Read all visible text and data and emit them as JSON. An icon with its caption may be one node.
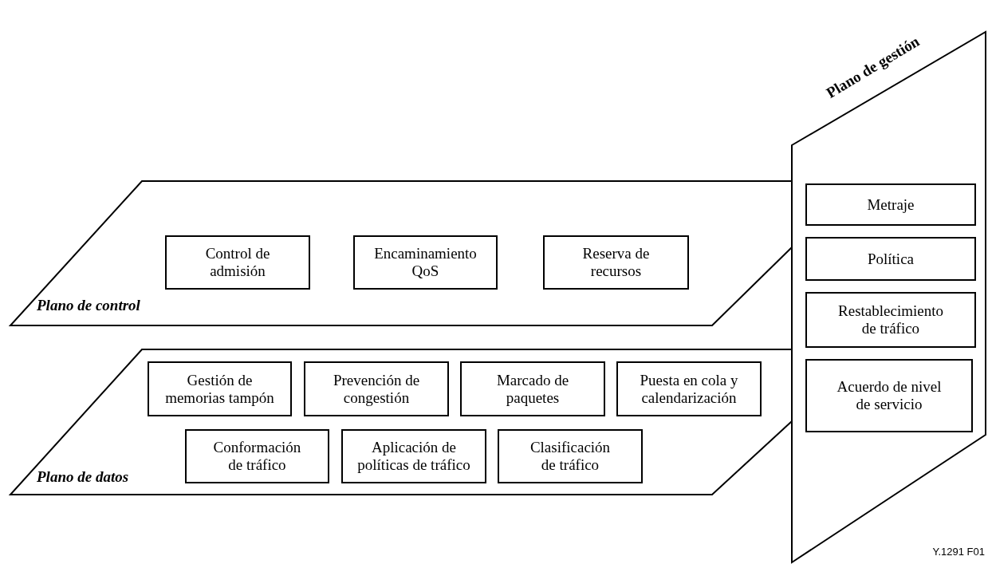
{
  "diagram": {
    "nodes": [
      {
        "text": [
          "Plano de control"
        ]
      },
      {
        "text": [
          "Control de admisión"
        ],
        "in": 0
      },
      {
        "text": [
          "Encaminamiento QoS"
        ],
        "in": 0
      },
      {
        "text": [
          "Reserva de recursos"
        ],
        "in": 0
      },
      {
        "text": [
          "Plano de datos"
        ]
      },
      {
        "text": [
          "Gestión de memorias tampón"
        ],
        "in": 4
      },
      {
        "text": [
          "Prevención de congestión"
        ],
        "in": 4
      },
      {
        "text": [
          "Marcado de paquetes"
        ],
        "in": 4
      },
      {
        "text": [
          "Puesta en cola y calendarización"
        ],
        "in": 4
      },
      {
        "text": [
          "Conformación de tráfico"
        ],
        "in": 4
      },
      {
        "text": [
          "Aplicación de políticas de tráfico"
        ],
        "in": 4
      },
      {
        "text": [
          "Clasificación de tráfico"
        ],
        "in": 4
      },
      {
        "text": [
          "Plano de gestión"
        ]
      },
      {
        "text": [
          "Metraje"
        ],
        "in": 12
      },
      {
        "text": [
          "Política"
        ],
        "in": 12
      },
      {
        "text": [
          "Restablecimiento de tráfico"
        ],
        "in": 12
      },
      {
        "text": [
          "Acuerdo de nivel de servicio"
        ],
        "in": 12
      }
    ],
    "labels": [
      "Y.1291 F01"
    ]
  }
}
